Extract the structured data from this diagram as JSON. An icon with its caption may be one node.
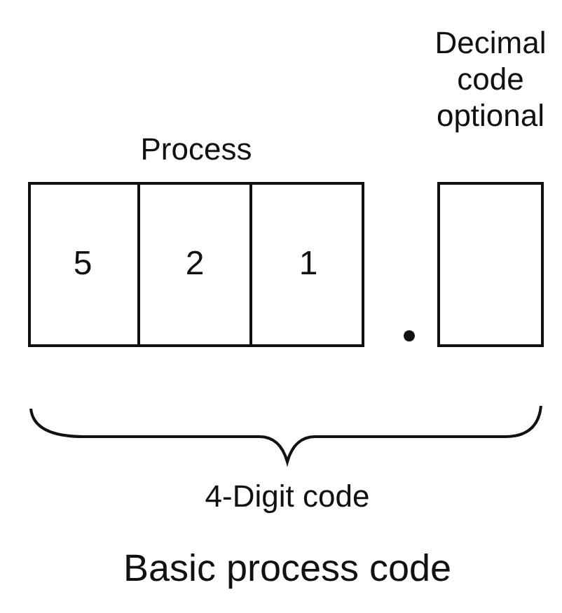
{
  "diagram": {
    "title": "Basic process code",
    "nodes": [
      {
        "text": [
          "Process"
        ]
      },
      {
        "text": [
          "5"
        ],
        "in": 0
      },
      {
        "text": [
          "2"
        ],
        "in": 0
      },
      {
        "text": [
          "1"
        ],
        "in": 0
      },
      {
        "text": [
          "Decimal code optional"
        ]
      }
    ],
    "edges": [],
    "labels": [
      "4-Digit code"
    ]
  }
}
